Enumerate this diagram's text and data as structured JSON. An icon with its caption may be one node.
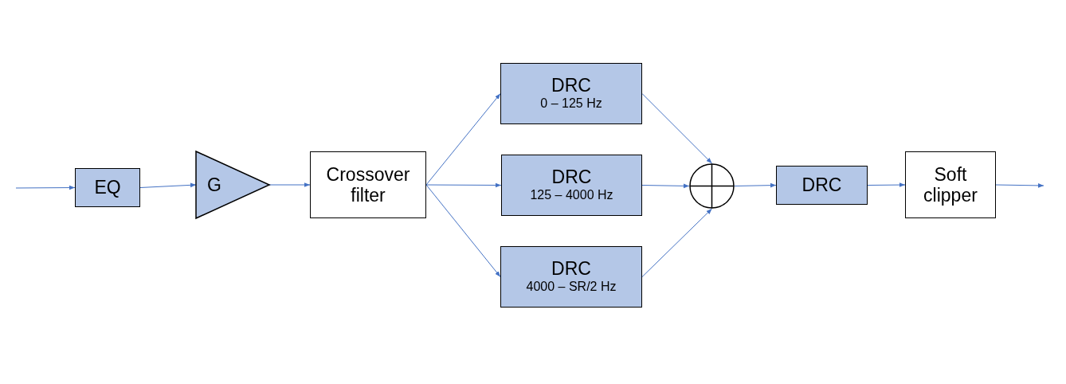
{
  "diagram": {
    "nodes": [
      {
        "text": [
          "EQ"
        ]
      },
      {
        "text": [
          "G"
        ]
      },
      {
        "text": [
          "Crossover filter"
        ]
      },
      {
        "text": [
          "DRC",
          "0 – 125 Hz"
        ]
      },
      {
        "text": [
          "DRC",
          "125 – 4000 Hz"
        ]
      },
      {
        "text": [
          "DRC",
          "4000 – SR/2 Hz"
        ]
      },
      {
        "text": [],
        "shape": "circle"
      },
      {
        "text": [
          "DRC"
        ]
      },
      {
        "text": [
          "Soft clipper"
        ]
      }
    ],
    "edges": [
      {
        "from": null,
        "to": 0,
        "arrow": "to"
      },
      {
        "from": 0,
        "to": 1,
        "arrow": "to"
      },
      {
        "from": 1,
        "to": 2,
        "arrow": "to"
      },
      {
        "from": 2,
        "to": 3,
        "arrow": "to"
      },
      {
        "from": 2,
        "to": 4,
        "arrow": "to"
      },
      {
        "from": 2,
        "to": 5,
        "arrow": "to"
      },
      {
        "from": 3,
        "to": 6,
        "arrow": "to"
      },
      {
        "from": 4,
        "to": 6,
        "arrow": "to"
      },
      {
        "from": 5,
        "to": 6,
        "arrow": "to"
      },
      {
        "from": 6,
        "to": 7,
        "arrow": "to"
      },
      {
        "from": 7,
        "to": 8,
        "arrow": "to"
      },
      {
        "from": 8,
        "to": null,
        "arrow": "to"
      }
    ]
  }
}
